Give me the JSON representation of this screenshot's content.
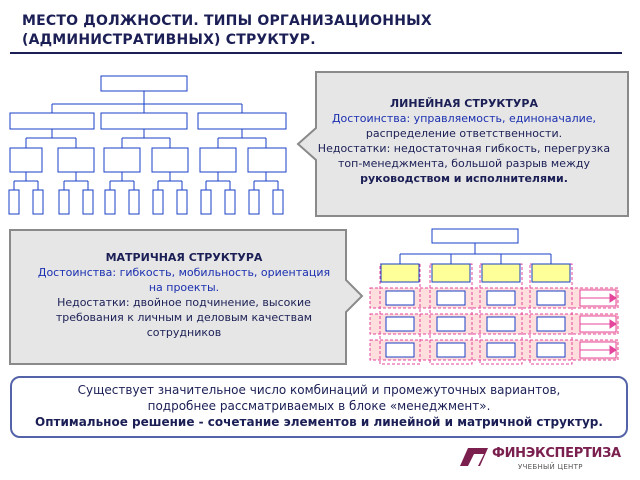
{
  "title": {
    "line1": "МЕСТО ДОЛЖНОСТИ. ТИПЫ ОРГАНИЗАЦИОННЫХ",
    "line2": "(АДМИНИСТРАТИВНЫХ) СТРУКТУР."
  },
  "linear": {
    "title": "ЛИНЕЙНАЯ СТРУКТУРА",
    "advantages_1": "Достоинства: управляемость, единоначалие,",
    "advantages_2": "распределение ответственности.",
    "drawbacks_1": "Недостатки: недостаточная гибкость, перегрузка",
    "drawbacks_2": "топ-менеджмента, большой разрыв между",
    "drawbacks_3": "руководством и исполнителями."
  },
  "matrix": {
    "title": "МАТРИЧНАЯ СТРУКТУРА",
    "advantages_1": "Достоинства: гибкость, мобильность, ориентация",
    "advantages_2": "на проекты.",
    "drawbacks_1": "Недостатки: двойное подчинение, высокие",
    "drawbacks_2": "требования к личным и деловым качествам",
    "drawbacks_3": "сотрудников"
  },
  "summary": {
    "line1": "Существует значительное число комбинаций и промежуточных вариантов,",
    "line2": "подробнее рассматриваемых в блоке «менеджмент».",
    "line3": "Оптимальное решение - сочетание элементов и линейной и матричной структур."
  },
  "logo": {
    "name": "ФИНЭКСПЕРТИЗА",
    "subtitle": "УЧЕБНЫЙ ЦЕНТР"
  },
  "colors": {
    "navy": "#1b1f55",
    "blue_text": "#1a2fb0",
    "box_blue": "#1a3fc4",
    "callout_fill": "#e6e6e6",
    "callout_border": "#8a8a8a",
    "matrix_head": "#ffff99",
    "matrix_row": "#ffdede",
    "matrix_dash": "#e3469b",
    "logo_color": "#7a1f4e"
  }
}
